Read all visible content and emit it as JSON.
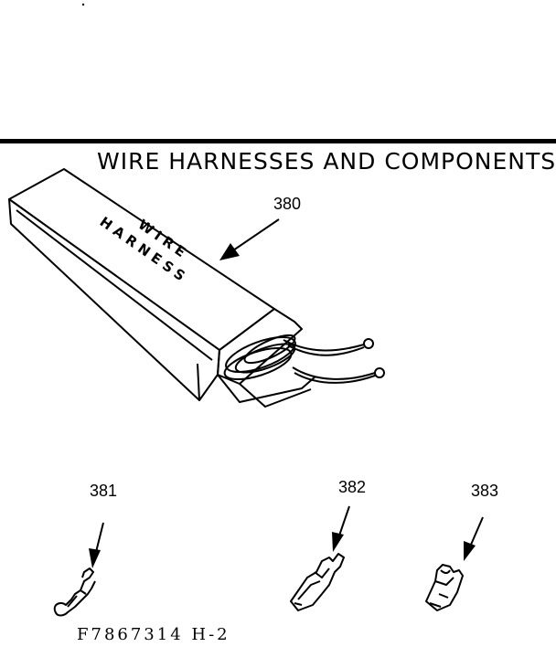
{
  "header": {
    "title": "WIRE HARNESSES AND COMPONENTS"
  },
  "parts": [
    {
      "number": "380",
      "package_label_line1": "WIRE",
      "package_label_line2": "HARNESS"
    },
    {
      "number": "381"
    },
    {
      "number": "382"
    },
    {
      "number": "383"
    }
  ],
  "footer": {
    "figure_code": "F7867314 H-2"
  }
}
